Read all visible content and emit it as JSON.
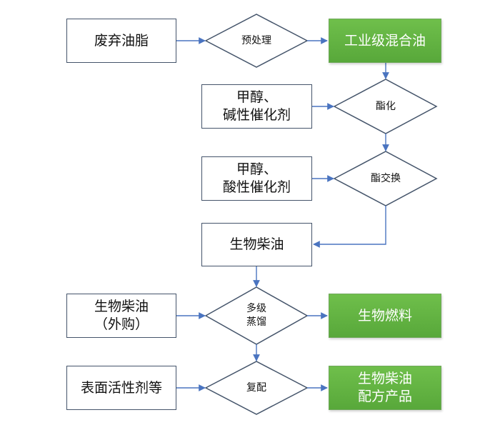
{
  "nodes": {
    "waste_oil": "废弃油脂",
    "pretreat": "预处理",
    "industrial_oil": "工业级混合油",
    "methanol_base": [
      "甲醇、",
      "碱性催化剂"
    ],
    "esterify": "酯化",
    "methanol_acid": [
      "甲醇、",
      "酸性催化剂"
    ],
    "transesterify": "酯交换",
    "biodiesel": "生物柴油",
    "biodiesel_bought": [
      "生物柴油",
      "（外购）"
    ],
    "distill": [
      "多级",
      "蒸馏"
    ],
    "biofuel": "生物燃料",
    "surfactant": "表面活性剂等",
    "blend": "复配",
    "product": [
      "生物柴油",
      "配方产品"
    ]
  },
  "colors": {
    "line": "#4a74c0",
    "box_border": "#44546a",
    "green_fill": "#62b240"
  }
}
